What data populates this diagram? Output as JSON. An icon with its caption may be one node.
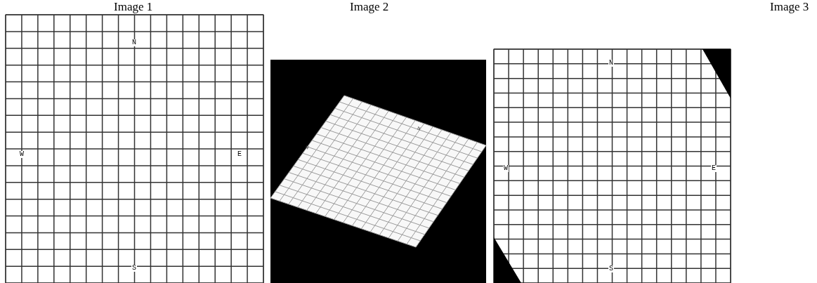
{
  "diagram": {
    "labels": [
      "Image 1",
      "Image 2",
      "Image 3",
      "N",
      "W",
      "E",
      "S",
      "N",
      "W",
      "N",
      "W",
      "E",
      "S"
    ]
  }
}
